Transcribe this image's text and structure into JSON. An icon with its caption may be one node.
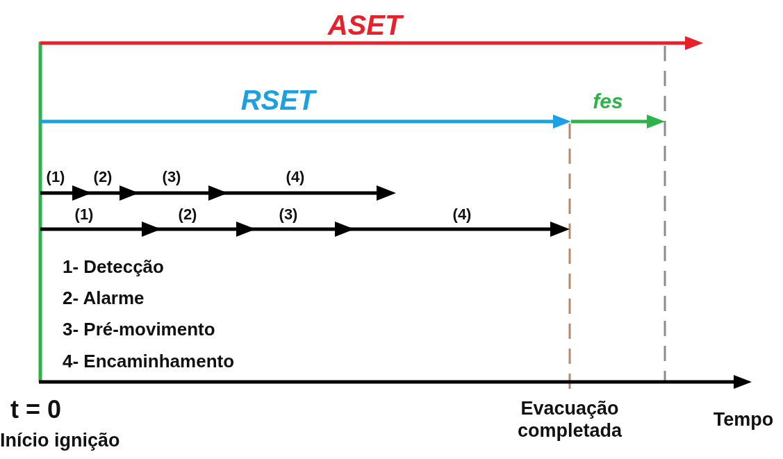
{
  "diagram": {
    "labels": [
      "ASET",
      "RSET",
      "fes",
      "(1)",
      "(2)",
      "(3)",
      "(4)",
      "(1)",
      "(2)",
      "(3)",
      "(4)",
      "1- Detecção",
      "2- Alarme",
      "3- Pré-movimento",
      "4- Encaminhamento",
      "t = 0",
      "Evacuação completada",
      "Tempo",
      "Início ignição"
    ]
  }
}
